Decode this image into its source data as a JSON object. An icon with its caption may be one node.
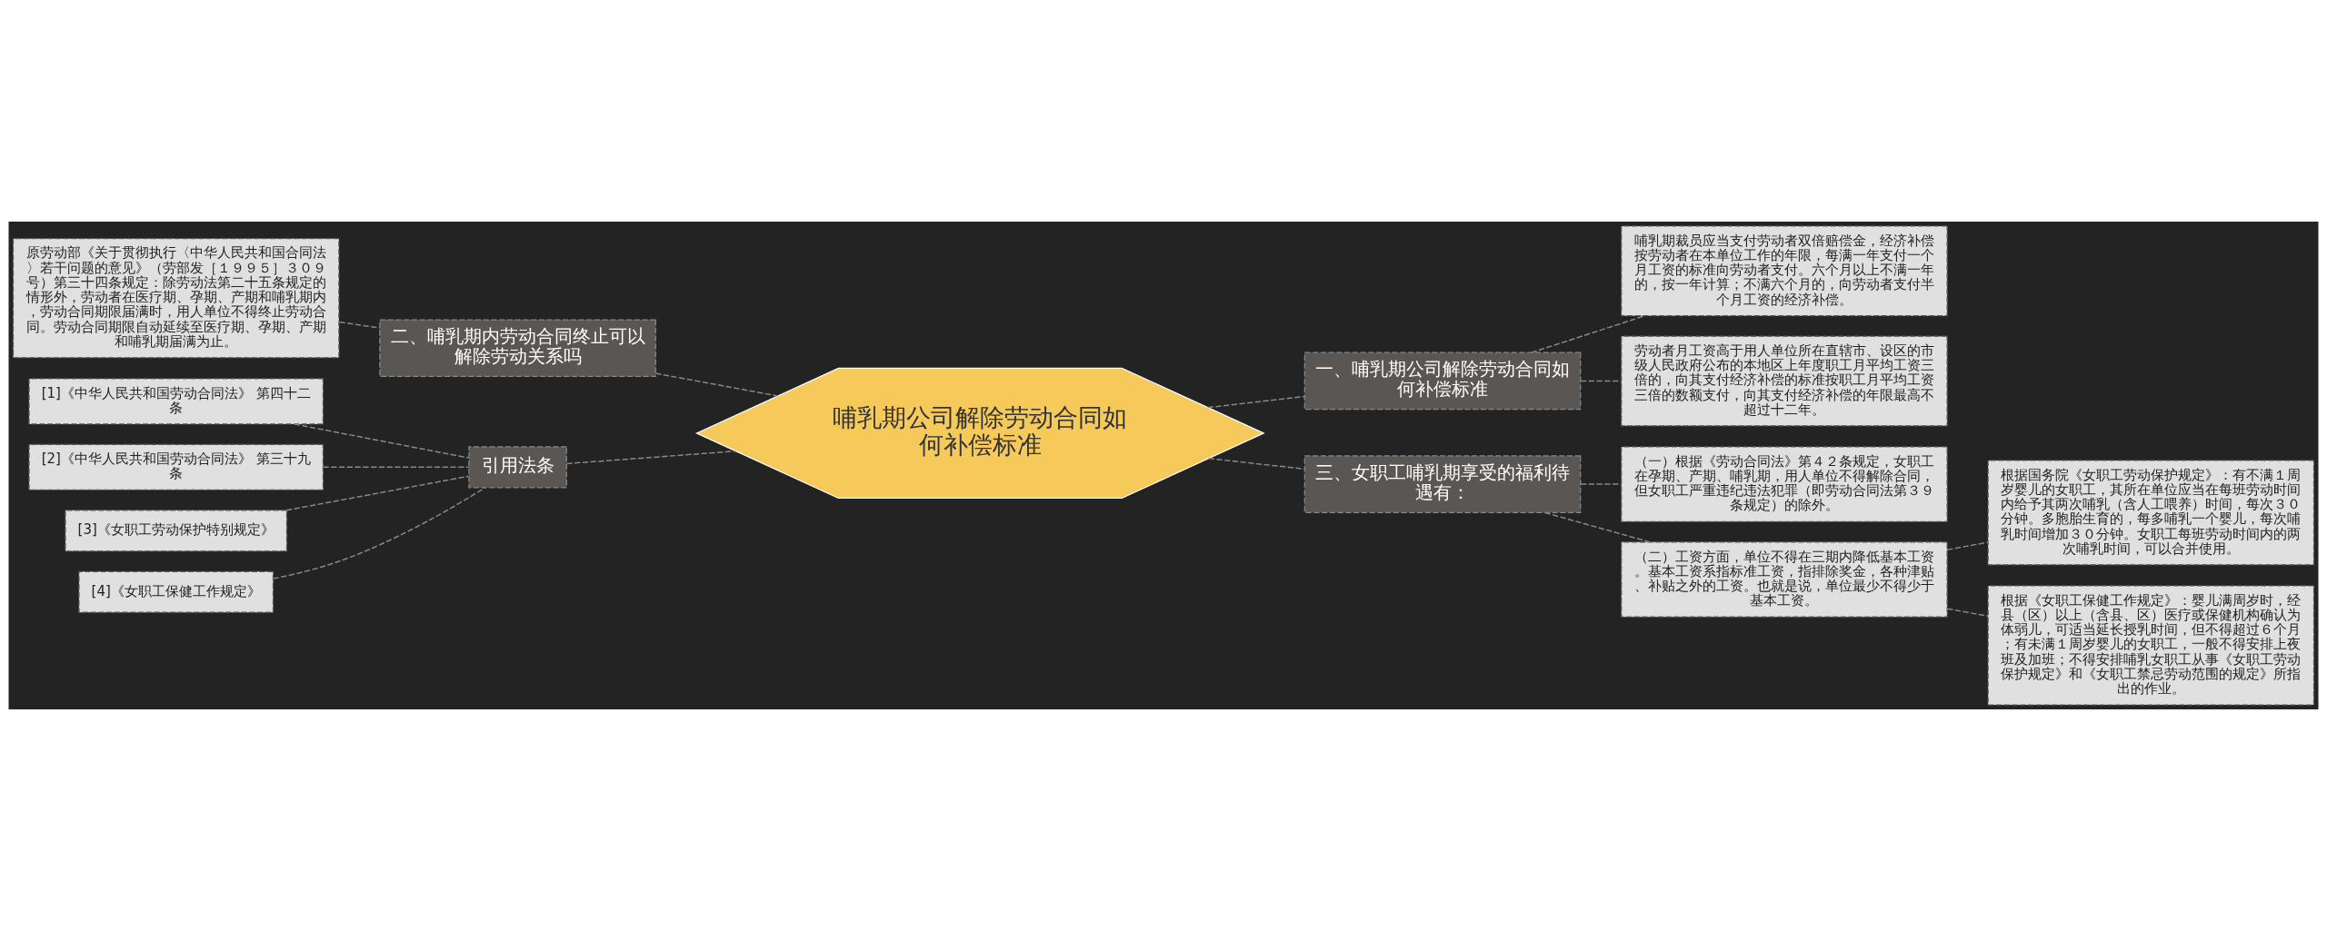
{
  "diagram": {
    "nodes": [
      {
        "text": [
          "哺乳期公司解除劳动合同如何补偿标准"
        ]
      },
      {
        "text": [
          "一、哺乳期公司解除劳动合同如何补偿标准"
        ]
      },
      {
        "text": [
          "哺乳期裁员应当支付劳动者双倍赔偿金，经济补偿按劳动者在本单位工作的年限，每满一年支付一个月工资的标准向劳动者支付。六个月以上不满一年的，按一年计算；不满六个月的，向劳动者支付半个月工资的经济补偿。"
        ]
      },
      {
        "text": [
          "劳动者月工资高于用人单位所在直辖市、设区的市级人民政府公布的本地区上年度职工月平均工资三倍的，向其支付经济补偿的标准按职工月平均工资三倍的数额支付，向其支付经济补偿的年限最高不超过十二年。"
        ]
      },
      {
        "text": [
          "三、女职工哺乳期享受的福利待遇有："
        ]
      },
      {
        "text": [
          "（一）根据《劳动合同法》第４２条规定，女职工在孕期、产期、哺乳期，用人单位不得解除合同，但女职工严重违纪违法犯罪（即劳动合同法第３９条规定）的除外。"
        ]
      },
      {
        "text": [
          "（二）工资方面，单位不得在三期内降低基本工资。基本工资系指标准工资，指排除奖金，各种津贴、补贴之外的工资。也就是说，单位最少不得少于基本工资。"
        ]
      },
      {
        "text": [
          "根据国务院《女职工劳动保护规定》：有不满１周岁婴儿的女职工，其所在单位应当在每班劳动时间内给予其两次哺乳（含人工喂养）时间，每次３０分钟。多胞胎生育的，每多哺乳一个婴儿，每次哺乳时间增加３０分钟。女职工每班劳动时间内的两次哺乳时间，可以合并使用。"
        ]
      },
      {
        "text": [
          "根据《女职工保健工作规定》：婴儿满周岁时，经县（区）以上（含县、区）医疗或保健机构确认为体弱儿，可适当延长授乳时间，但不得超过６个月；有未满１周岁婴儿的女职工，一般不得安排上夜班及加班；不得安排哺乳女职工从事《女职工劳动保护规定》和《女职工禁忌劳动范围的规定》所指出的作业。"
        ]
      },
      {
        "text": [
          "二、哺乳期内劳动合同终止可以解除劳动关系吗"
        ]
      },
      {
        "text": [
          "原劳动部《关于贯彻执行〈中华人民共和国合同法〉若干问题的意见》（劳部发［１９９５］３０９号）第三十四条规定：除劳动法第二十五条规定的情形外，劳动者在医疗期、孕期、产期和哺乳期内，劳动合同期限届满时，用人单位不得终止劳动合同。劳动合同期限自动延续至医疗期、孕期、产期和哺乳期届满为止。"
        ]
      },
      {
        "text": [
          "引用法条"
        ]
      },
      {
        "text": [
          "[1]《中华人民共和国劳动合同法》 第四十二条"
        ]
      },
      {
        "text": [
          "[2]《中华人民共和国劳动合同法》 第三十九条"
        ]
      },
      {
        "text": [
          "[3]《女职工劳动保护特别规定》"
        ]
      },
      {
        "text": [
          "[4]《女职工保健工作规定》"
        ]
      }
    ],
    "edges": [
      {
        "from": 0,
        "to": 1,
        "arrow": "none"
      },
      {
        "from": 1,
        "to": 2,
        "arrow": "none"
      },
      {
        "from": 1,
        "to": 3,
        "arrow": "none"
      },
      {
        "from": 0,
        "to": 4,
        "arrow": "none"
      },
      {
        "from": 4,
        "to": 5,
        "arrow": "none"
      },
      {
        "from": 4,
        "to": 6,
        "arrow": "none"
      },
      {
        "from": 6,
        "to": 7,
        "arrow": "none"
      },
      {
        "from": 6,
        "to": 8,
        "arrow": "none"
      },
      {
        "from": 0,
        "to": 9,
        "arrow": "none"
      },
      {
        "from": 9,
        "to": 10,
        "arrow": "none"
      },
      {
        "from": 0,
        "to": 11,
        "arrow": "none"
      },
      {
        "from": 11,
        "to": 12,
        "arrow": "none"
      },
      {
        "from": 11,
        "to": 13,
        "arrow": "none"
      },
      {
        "from": 11,
        "to": 14,
        "arrow": "none"
      },
      {
        "from": 11,
        "to": 15,
        "arrow": "none"
      }
    ]
  }
}
